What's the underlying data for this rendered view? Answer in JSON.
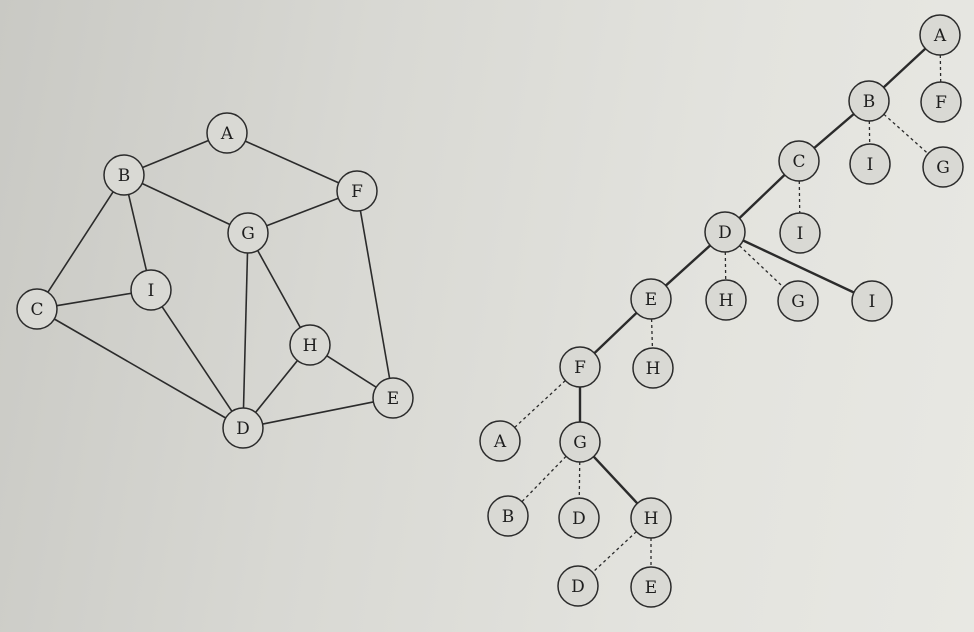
{
  "graph": {
    "nodes": [
      {
        "id": "A",
        "label": "A"
      },
      {
        "id": "B",
        "label": "B"
      },
      {
        "id": "F",
        "label": "F"
      },
      {
        "id": "G",
        "label": "G"
      },
      {
        "id": "I",
        "label": "I"
      },
      {
        "id": "C",
        "label": "C"
      },
      {
        "id": "H",
        "label": "H"
      },
      {
        "id": "E",
        "label": "E"
      },
      {
        "id": "D",
        "label": "D"
      }
    ],
    "edges": [
      [
        "A",
        "B"
      ],
      [
        "A",
        "F"
      ],
      [
        "B",
        "G"
      ],
      [
        "B",
        "I"
      ],
      [
        "B",
        "C"
      ],
      [
        "F",
        "G"
      ],
      [
        "F",
        "E"
      ],
      [
        "G",
        "D"
      ],
      [
        "G",
        "H"
      ],
      [
        "C",
        "I"
      ],
      [
        "C",
        "D"
      ],
      [
        "I",
        "D"
      ],
      [
        "H",
        "D"
      ],
      [
        "H",
        "E"
      ],
      [
        "D",
        "E"
      ]
    ]
  },
  "dfs_tree": {
    "nodes": [
      {
        "id": "t1",
        "label": "A"
      },
      {
        "id": "t2",
        "label": "B"
      },
      {
        "id": "t3",
        "label": "F"
      },
      {
        "id": "t4",
        "label": "C"
      },
      {
        "id": "t5",
        "label": "I"
      },
      {
        "id": "t6",
        "label": "G"
      },
      {
        "id": "t7",
        "label": "D"
      },
      {
        "id": "t8",
        "label": "I"
      },
      {
        "id": "t9",
        "label": "E"
      },
      {
        "id": "t10",
        "label": "H"
      },
      {
        "id": "t11",
        "label": "G"
      },
      {
        "id": "t12",
        "label": "I"
      },
      {
        "id": "t13",
        "label": "F"
      },
      {
        "id": "t14",
        "label": "H"
      },
      {
        "id": "t15",
        "label": "A"
      },
      {
        "id": "t16",
        "label": "G"
      },
      {
        "id": "t17",
        "label": "B"
      },
      {
        "id": "t18",
        "label": "D"
      },
      {
        "id": "t19",
        "label": "H"
      },
      {
        "id": "t20",
        "label": "D"
      },
      {
        "id": "t21",
        "label": "E"
      }
    ],
    "edges": [
      {
        "from": "t1",
        "to": "t2",
        "style": "tree"
      },
      {
        "from": "t1",
        "to": "t3",
        "style": "back"
      },
      {
        "from": "t2",
        "to": "t4",
        "style": "tree"
      },
      {
        "from": "t2",
        "to": "t5",
        "style": "back"
      },
      {
        "from": "t2",
        "to": "t6",
        "style": "back"
      },
      {
        "from": "t4",
        "to": "t7",
        "style": "tree"
      },
      {
        "from": "t4",
        "to": "t8",
        "style": "back"
      },
      {
        "from": "t7",
        "to": "t9",
        "style": "tree"
      },
      {
        "from": "t7",
        "to": "t10",
        "style": "back"
      },
      {
        "from": "t7",
        "to": "t11",
        "style": "back"
      },
      {
        "from": "t7",
        "to": "t12",
        "style": "tree"
      },
      {
        "from": "t9",
        "to": "t13",
        "style": "tree"
      },
      {
        "from": "t9",
        "to": "t14",
        "style": "back"
      },
      {
        "from": "t13",
        "to": "t15",
        "style": "back"
      },
      {
        "from": "t13",
        "to": "t16",
        "style": "tree"
      },
      {
        "from": "t16",
        "to": "t17",
        "style": "back"
      },
      {
        "from": "t16",
        "to": "t18",
        "style": "back"
      },
      {
        "from": "t16",
        "to": "t19",
        "style": "tree"
      },
      {
        "from": "t19",
        "to": "t20",
        "style": "back"
      },
      {
        "from": "t19",
        "to": "t21",
        "style": "back"
      }
    ]
  }
}
